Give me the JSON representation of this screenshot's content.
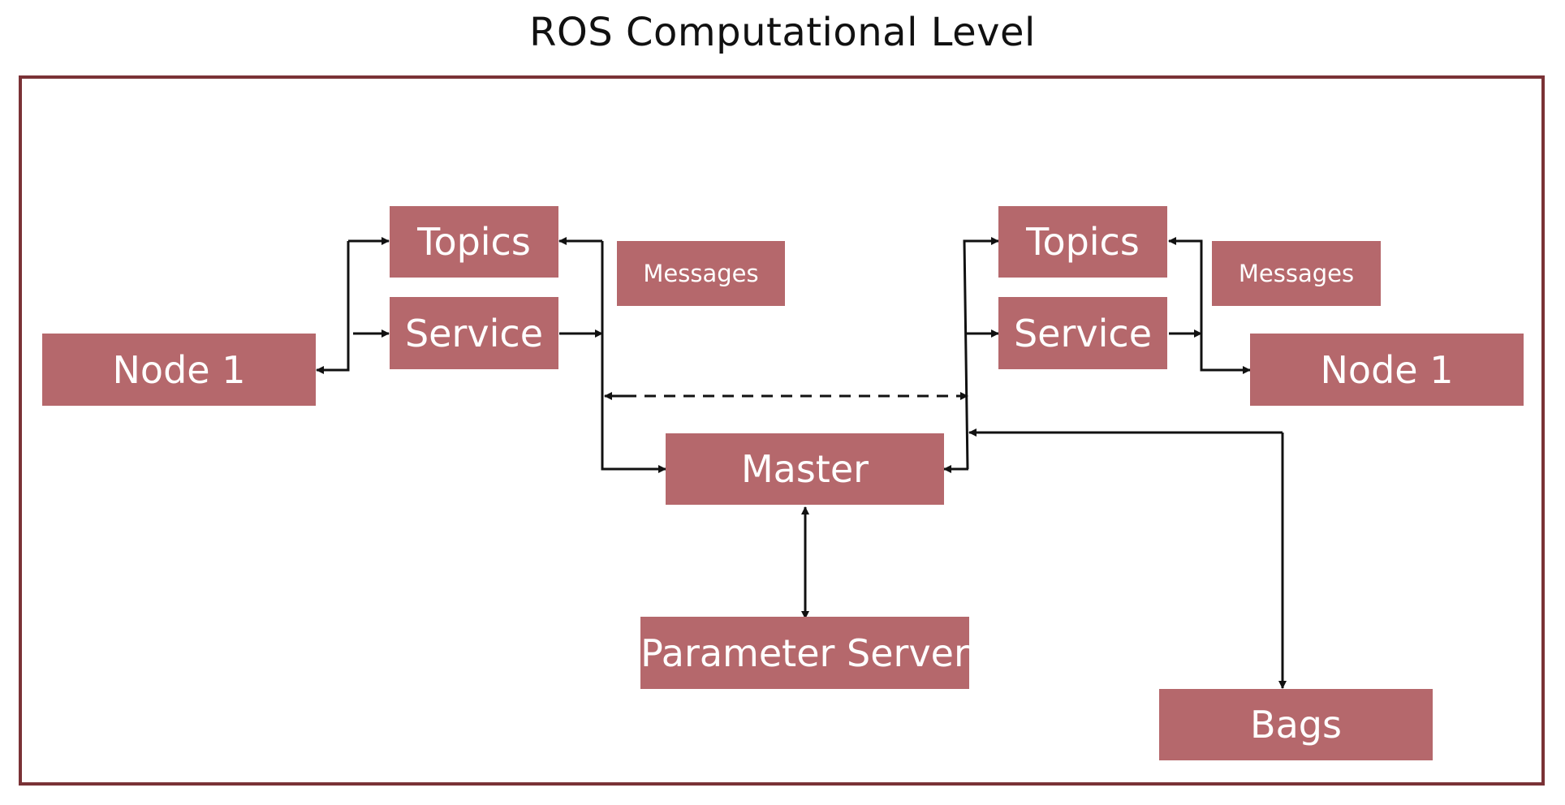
{
  "title": "ROS Computational Level",
  "colors": {
    "box_fill": "#b5686c",
    "frame_border": "#7a3236",
    "arrow": "#111111",
    "text_on_box": "#ffffff"
  },
  "nodes": {
    "node_left": "Node 1",
    "topics_left": "Topics",
    "service_left": "Service",
    "messages_left": "Messages",
    "topics_right": "Topics",
    "service_right": "Service",
    "messages_right": "Messages",
    "node_right": "Node 1",
    "master": "Master",
    "parameter_server": "Parameter Server",
    "bags": "Bags"
  },
  "edges": [
    {
      "from": "node_left",
      "to": "topics_left",
      "style": "solid",
      "direction": "both"
    },
    {
      "from": "node_left",
      "to": "service_left",
      "style": "solid",
      "direction": "forward"
    },
    {
      "from": "service_left",
      "to": "master",
      "style": "solid",
      "direction": "forward"
    },
    {
      "from": "master",
      "to": "topics_left",
      "style": "solid",
      "direction": "forward"
    },
    {
      "from": "left_group",
      "to": "right_group",
      "style": "dashed",
      "direction": "both"
    },
    {
      "from": "master",
      "to": "topics_right",
      "style": "solid",
      "direction": "forward"
    },
    {
      "from": "master",
      "to": "service_right",
      "style": "solid",
      "direction": "forward"
    },
    {
      "from": "node_right",
      "to": "topics_right",
      "style": "solid",
      "direction": "forward"
    },
    {
      "from": "service_right",
      "to": "node_right",
      "style": "solid",
      "direction": "forward"
    },
    {
      "from": "master",
      "to": "parameter_server",
      "style": "solid",
      "direction": "both"
    },
    {
      "from": "master",
      "to": "bags",
      "style": "solid",
      "direction": "both"
    }
  ]
}
